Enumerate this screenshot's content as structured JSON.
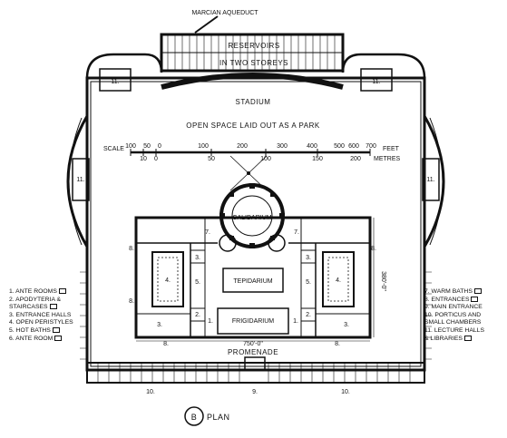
{
  "labels": {
    "aqueduct": "MARCIAN AQUEDUCT",
    "reservoirs_1": "RESERVOIRS",
    "reservoirs_2": "IN TWO STOREYS",
    "stadium": "STADIUM",
    "park": "OPEN SPACE LAID OUT AS A PARK",
    "scale_word": "SCALE",
    "feet_word": "FEET",
    "metres_word": "METRES",
    "caldarium": "CALIDARIUM",
    "tepidarium": "TEPIDARIUM",
    "frigidarium": "FRIGIDARIUM",
    "promenade": "PROMENADE",
    "plan_letter": "B",
    "plan_word": "PLAN",
    "dim_width": "750'-0\"",
    "dim_depth": "380'-0\""
  },
  "scale": {
    "feet_ticks": [
      "100",
      "50",
      "0",
      "100",
      "200",
      "300",
      "400",
      "500",
      "600",
      "700"
    ],
    "metres_ticks": [
      "10",
      "0",
      "50",
      "100",
      "150",
      "200"
    ]
  },
  "legend_left": [
    {
      "text": "1. ANTE ROOMS",
      "box": true
    },
    {
      "text": "2. APODYTERIA &",
      "box": false
    },
    {
      "text": "STAIRCASES",
      "box": true
    },
    {
      "text": "3. ENTRANCE HALLS",
      "box": false
    },
    {
      "text": "4. OPEN PERISTYLES",
      "box": false
    },
    {
      "text": "5. HOT BATHS",
      "box": true
    },
    {
      "text": "6. ANTE ROOM",
      "box": true
    }
  ],
  "legend_right": [
    {
      "text": "7. WARM BATHS",
      "box": true
    },
    {
      "text": "8. ENTRANCES",
      "box": true
    },
    {
      "text": "9. MAIN ENTRANCE",
      "box": false
    },
    {
      "text": "10. PORTICUS AND",
      "box": false
    },
    {
      "text": "SMALL CHAMBERS",
      "box": false
    },
    {
      "text": "11. LECTURE HALLS",
      "box": false
    },
    {
      "text": "& LIBRARIES",
      "box": true
    }
  ],
  "room_numbers": {
    "n1": "1.",
    "n2": "2.",
    "n3": "3.",
    "n4": "4.",
    "n5": "5.",
    "n6": "6.",
    "n7": "7.",
    "n8": "8.",
    "n9": "9.",
    "n10": "10.",
    "n11": "11."
  }
}
